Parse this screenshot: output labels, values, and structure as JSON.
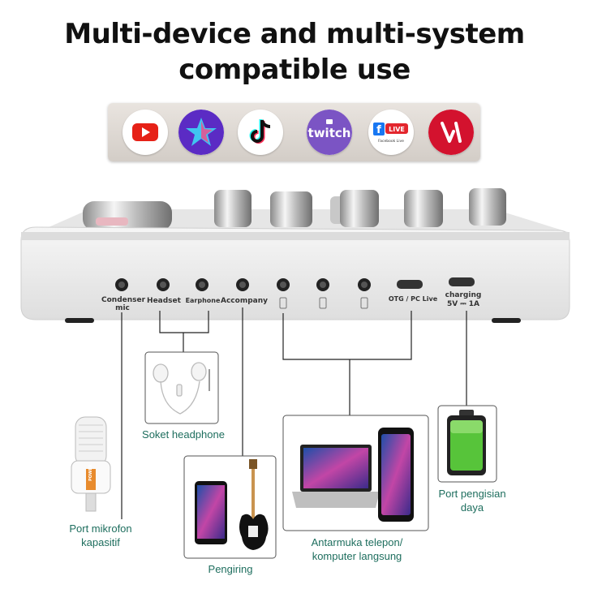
{
  "title_line1": "Multi-device and multi-system",
  "title_line2": "compatible use",
  "apps": [
    {
      "icon": "youtube-icon",
      "color": "#e62117"
    },
    {
      "icon": "star-app-icon",
      "color": "#6a2fd3"
    },
    {
      "icon": "tiktok-icon",
      "color": "#111111"
    },
    {
      "icon": "twitch-icon",
      "color": "#7b54c4"
    },
    {
      "icon": "facebook-live-icon",
      "color": "#1877f2",
      "badge": "LIVE",
      "caption": "Facebook Live"
    },
    {
      "icon": "v-app-icon",
      "color": "#d3122e"
    }
  ],
  "ports": {
    "condenser": "Condenser\nmic",
    "headset": "Headset",
    "earphone": "Earphone",
    "accompany": "Accompany",
    "otg": "OTG / PC Live",
    "charging": "charging",
    "charging_spec": "5V ⎓ 1A"
  },
  "captions": {
    "headphone": "Soket headphone",
    "mic_line1": "Port mikrofon",
    "mic_line2": "kapasitif",
    "accompany": "Pengiring",
    "computer_line1": "Antarmuka telepon/",
    "computer_line2": "komputer langsung",
    "charge_line1": "Port pengisian",
    "charge_line2": "daya"
  },
  "mic_brand": "POWER",
  "colors": {
    "caption": "#1e6e5e",
    "device": "#eeeeee",
    "battery": "#57c43a"
  }
}
